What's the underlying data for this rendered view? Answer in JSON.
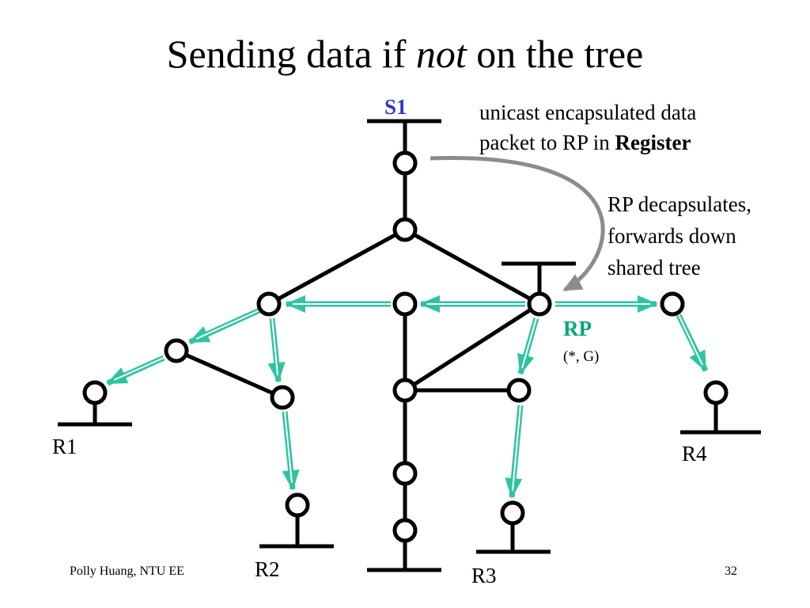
{
  "title": {
    "before": "Sending data if ",
    "emphasis": "not",
    "after": " on the tree"
  },
  "labels": {
    "s1": "S1",
    "rp": "RP",
    "rp_state": "(*, G)",
    "r1": "R1",
    "r2": "R2",
    "r3": "R3",
    "r4": "R4"
  },
  "annotations": {
    "register_line1": "unicast encapsulated data",
    "register_line2_prefix": "packet to RP in ",
    "register_line2_bold": "Register",
    "decap_line1": "RP decapsulates,",
    "decap_line2": "forwards down",
    "decap_line3": "shared tree"
  },
  "footer": {
    "left": "Polly Huang, NTU EE",
    "page": "32"
  },
  "colors": {
    "s1": "#3333cc",
    "rp": "#00a87c",
    "flow": "#2ec4a0",
    "register_arrow": "#8c8c8c"
  }
}
